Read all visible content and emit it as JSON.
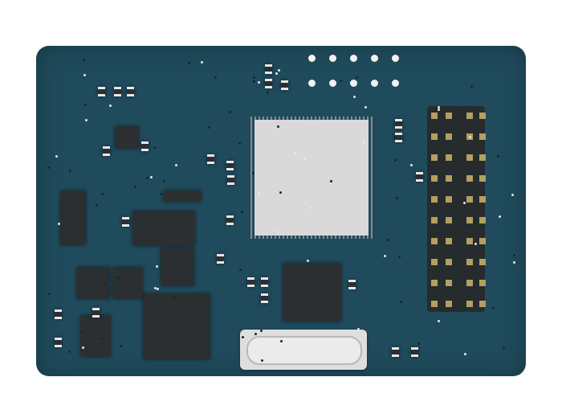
{
  "image": {
    "subject": "pcb-module-render",
    "colors": {
      "board": "#1f4b5c",
      "chip": "#2b2f31",
      "qfp": "#d9d9d9",
      "header_pin": "#b49f62",
      "crystal": "#e0e0e0"
    },
    "header_pins": {
      "rows": 10,
      "columns": 4
    },
    "mounting_holes": {
      "rows": 2,
      "columns": 5
    }
  }
}
